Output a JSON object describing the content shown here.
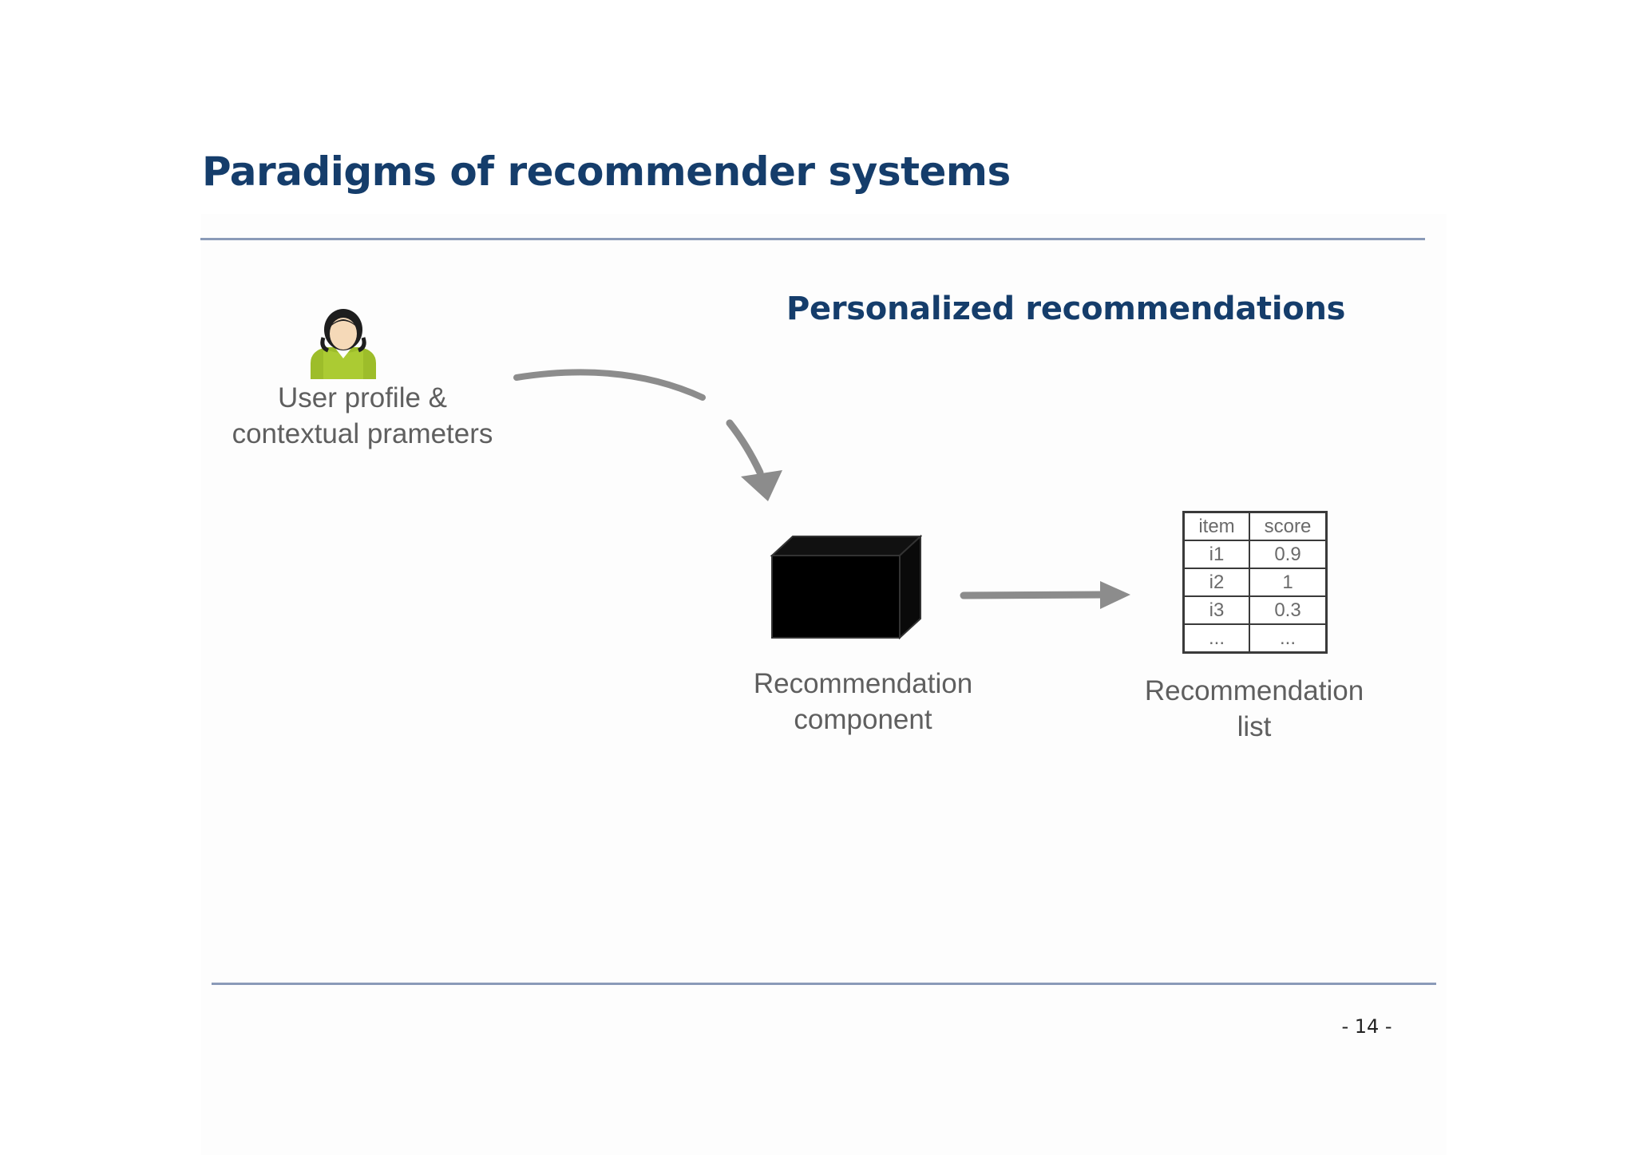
{
  "slide": {
    "title": "Paradigms of recommender systems",
    "page_number": "- 14 -"
  },
  "diagram": {
    "subtitle": "Personalized recommendations",
    "user": {
      "label_line1": "User profile &",
      "label_line2": "contextual prameters",
      "icon": "user-avatar-icon"
    },
    "component": {
      "label_line1": "Recommendation",
      "label_line2": "component",
      "icon": "black-box-icon"
    },
    "list": {
      "label_line1": "Recommendation",
      "label_line2": "list",
      "table": {
        "headers": [
          "item",
          "score"
        ],
        "rows": [
          [
            "i1",
            "0.9"
          ],
          [
            "i2",
            "1"
          ],
          [
            "i3",
            "0.3"
          ],
          [
            "...",
            "..."
          ]
        ]
      }
    },
    "colors": {
      "title": "#153d6b",
      "rule": "#8a9ab8",
      "arrow": "#8c8c8c",
      "label": "#5f5f5f",
      "avatar_shirt": "#9dbd2a"
    }
  }
}
